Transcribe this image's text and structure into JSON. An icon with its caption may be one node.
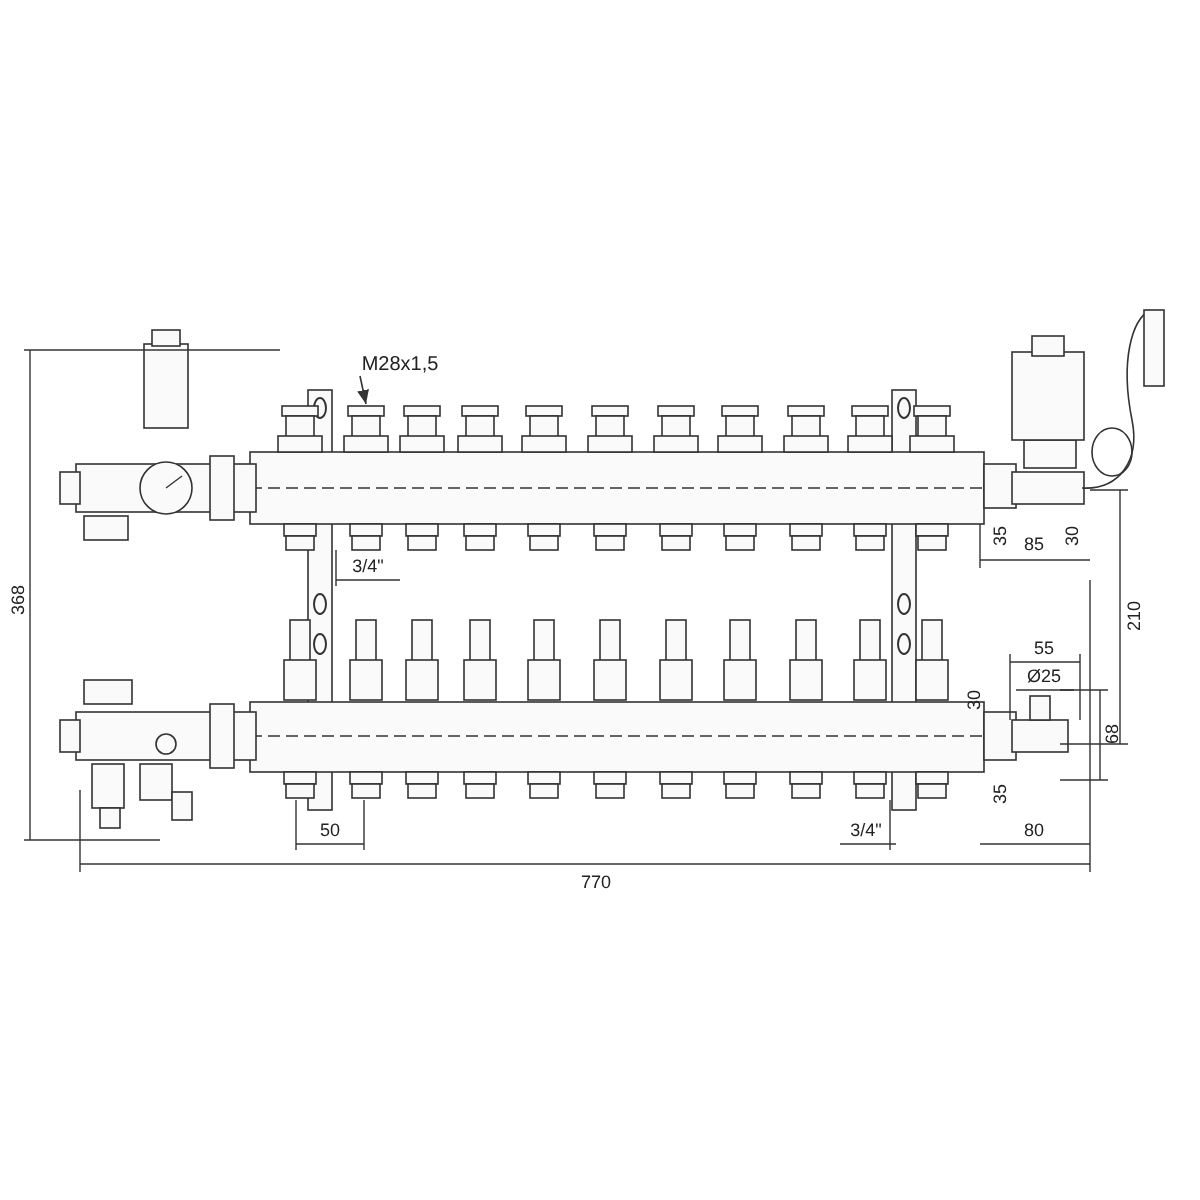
{
  "diagram": {
    "nodes": [
      {
        "text": [
          "M28x1,5"
        ]
      },
      {
        "text": [],
        "shape": "picture"
      }
    ],
    "edges": [
      {
        "from": 0,
        "to": 1,
        "arrow": "to"
      }
    ],
    "labels": [
      "3/4\"",
      "35",
      "30",
      "85",
      "368",
      "210",
      "55",
      "Ø25",
      "30",
      "68",
      "35",
      "50",
      "3/4\"",
      "80",
      "770"
    ]
  }
}
